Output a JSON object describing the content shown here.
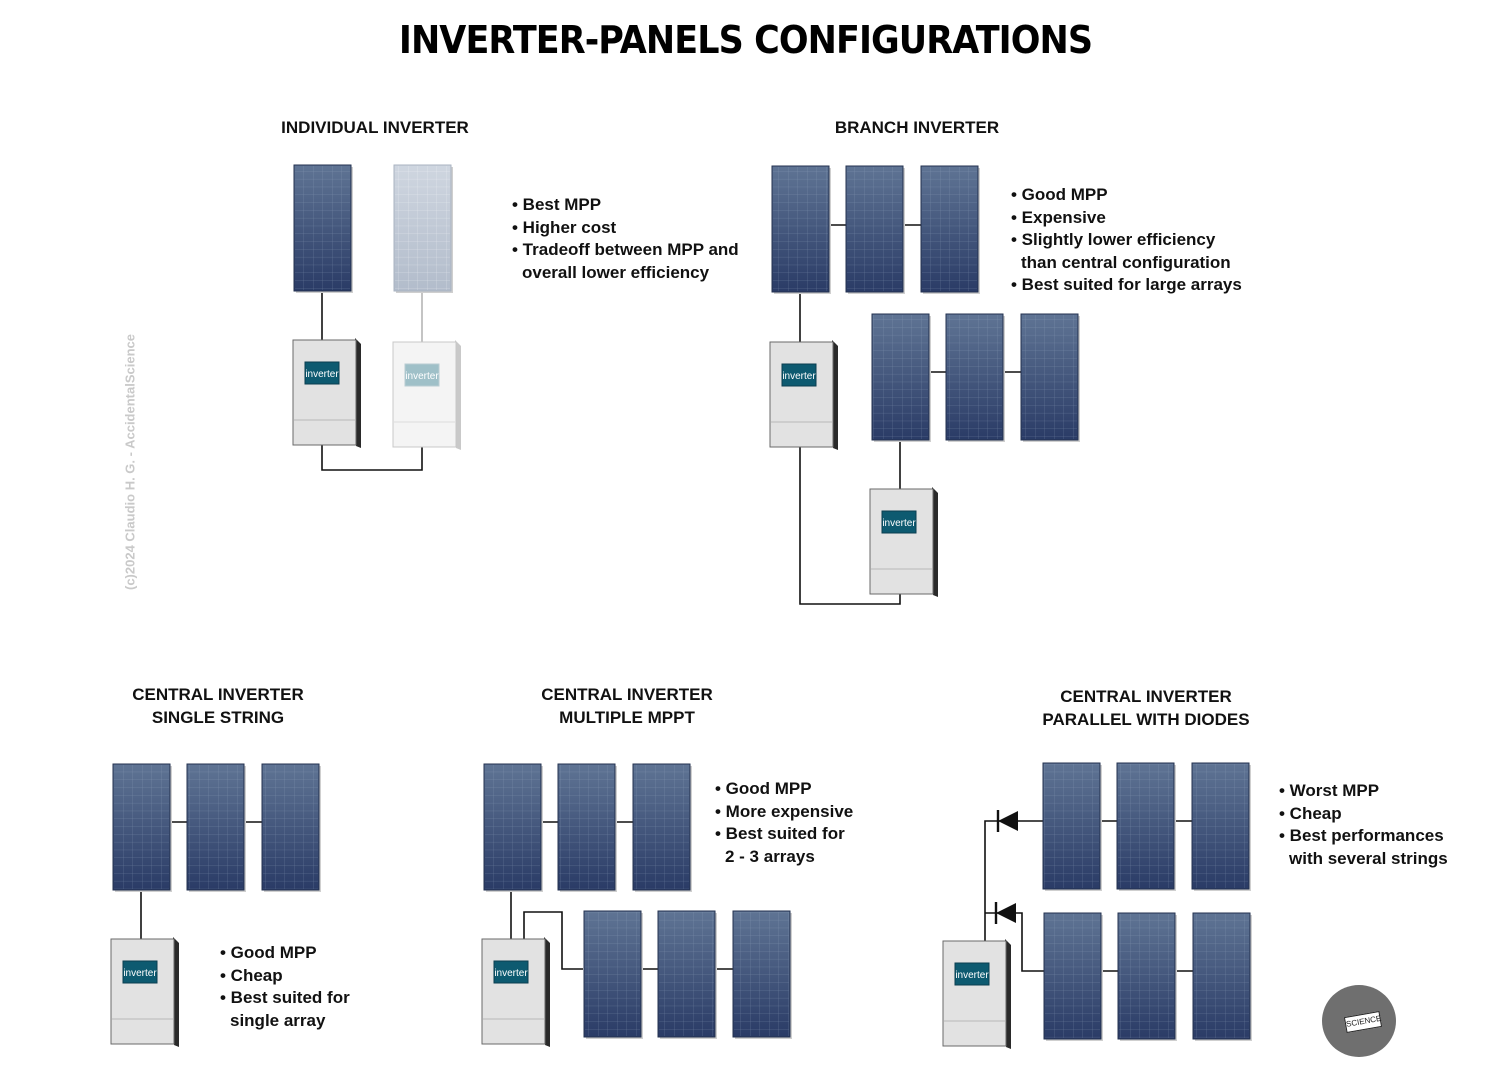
{
  "title": "INVERTER-PANELS CONFIGURATIONS",
  "watermark": "(c)2024 Claudio H. G. - AccidentalScience",
  "logo_label": "SCIENCE",
  "inverter_label": "inverter",
  "colors": {
    "panel_top": "#5f7494",
    "panel_bottom": "#2a3b66",
    "inverter_screen": "#0d5a70",
    "inverter_body": "#e2e2e2",
    "watermark": "#c9c9c9",
    "logo": "#6f6f6f"
  },
  "sections": {
    "individual": {
      "heading": [
        "INDIVIDUAL INVERTER"
      ],
      "bullets": [
        "• Best MPP",
        "• Higher cost",
        "• Tradeoff between MPP and",
        "overall lower efficiency"
      ]
    },
    "branch": {
      "heading": [
        "BRANCH INVERTER"
      ],
      "bullets": [
        "• Good MPP",
        "• Expensive",
        "• Slightly lower efficiency",
        "than central configuration",
        "• Best suited for large arrays"
      ]
    },
    "central_single": {
      "heading": [
        "CENTRAL INVERTER",
        "SINGLE STRING"
      ],
      "bullets": [
        "• Good MPP",
        "• Cheap",
        "• Best suited for",
        "single array"
      ]
    },
    "central_mppt": {
      "heading": [
        "CENTRAL INVERTER",
        "MULTIPLE MPPT"
      ],
      "bullets": [
        "• Good MPP",
        "• More expensive",
        "• Best suited for",
        "2 - 3 arrays"
      ]
    },
    "central_parallel": {
      "heading": [
        "CENTRAL INVERTER",
        "PARALLEL WITH DIODES"
      ],
      "bullets": [
        "• Worst MPP",
        "• Cheap",
        "• Best performances",
        "with several strings"
      ]
    }
  }
}
